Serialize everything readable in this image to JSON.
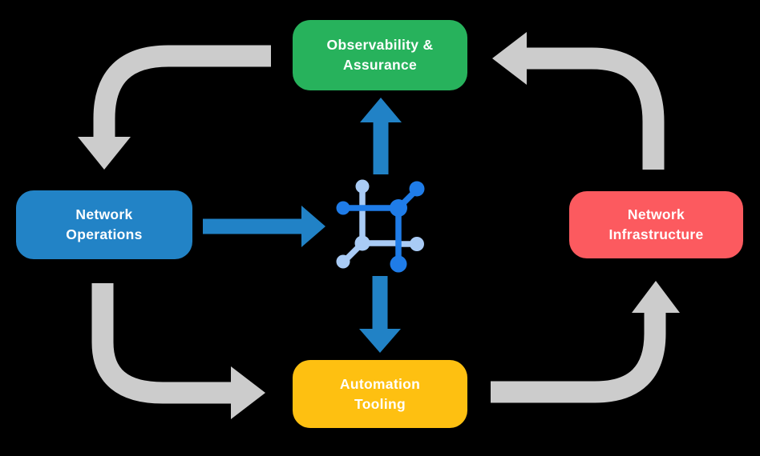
{
  "diagram": {
    "title": "network operations lifecycle diagram",
    "background_color": "#000000",
    "nodes": {
      "observability": {
        "label": "Observability & Assurance",
        "lines": [
          "Observability &",
          "Assurance"
        ],
        "color": "#27b25c",
        "position": "top-center"
      },
      "operations": {
        "label": "Network Operations",
        "lines": [
          "Network",
          "Operations"
        ],
        "color": "#2283c6",
        "position": "middle-left"
      },
      "infrastructure": {
        "label": "Network Infrastructure",
        "lines": [
          "Network",
          "Infrastructure"
        ],
        "color": "#fc5a5f",
        "position": "middle-right"
      },
      "automation": {
        "label": "Automation Tooling",
        "lines": [
          "Automation",
          "Tooling"
        ],
        "color": "#fec011",
        "position": "bottom-center"
      }
    },
    "center_icon": {
      "name": "network-mesh-icon",
      "primary_color": "#1f7ce8",
      "secondary_color": "#a9cbf5"
    },
    "flows": {
      "cycle_arrows": [
        {
          "from": "observability",
          "to": "operations",
          "color": "#cccccc"
        },
        {
          "from": "operations",
          "to": "automation",
          "color": "#cccccc"
        },
        {
          "from": "automation",
          "to": "infrastructure",
          "color": "#cccccc"
        },
        {
          "from": "infrastructure",
          "to": "observability",
          "color": "#cccccc"
        }
      ],
      "center_arrows": [
        {
          "from": "operations",
          "to": "center-icon",
          "color": "#2182c6"
        },
        {
          "from": "center-icon",
          "to": "observability",
          "color": "#2182c6"
        },
        {
          "from": "center-icon",
          "to": "automation",
          "color": "#2182c6"
        }
      ]
    }
  }
}
